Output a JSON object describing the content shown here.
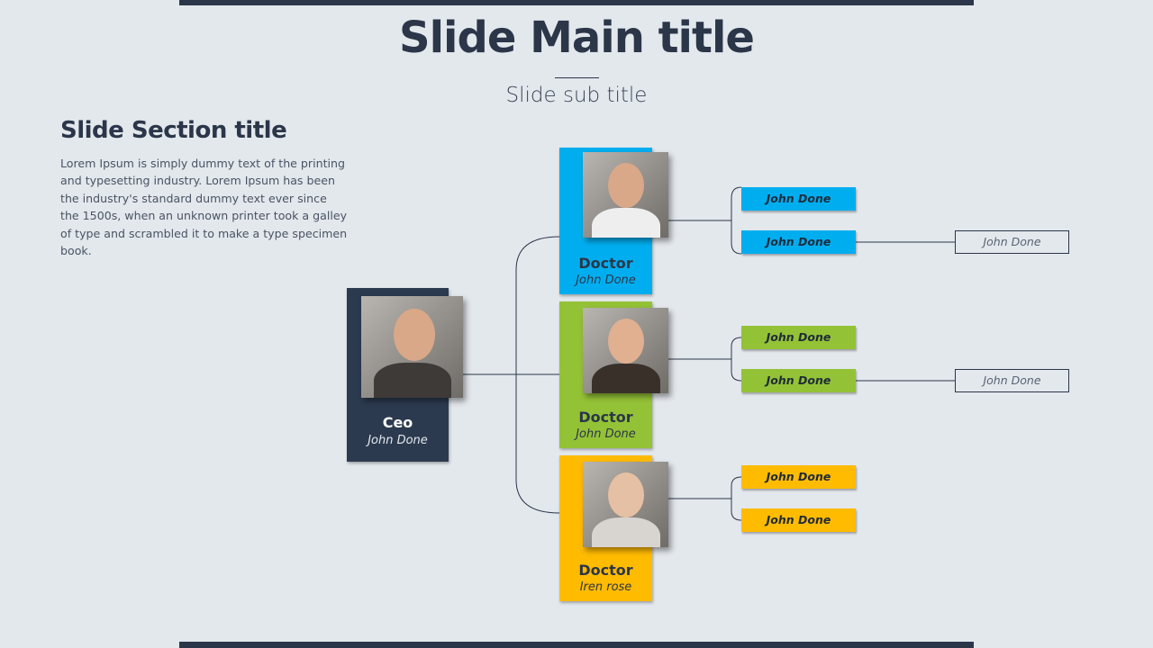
{
  "header": {
    "title": "Slide Main title",
    "subtitle": "Slide sub title"
  },
  "section": {
    "title": "Slide Section title",
    "body": "Lorem Ipsum is simply dummy text of the printing and typesetting industry. Lorem Ipsum has been the industry's standard dummy text ever since the 1500s, when an unknown printer took a galley of type and scrambled it to make a type specimen book."
  },
  "colors": {
    "dark": "#2c3a4f",
    "blue": "#00aeef",
    "green": "#94c236",
    "yellow": "#ffbb00"
  },
  "ceo": {
    "role": "Ceo",
    "name": "John Done"
  },
  "doctors": [
    {
      "role": "Doctor",
      "name": "John Done",
      "reports": [
        "John Done",
        "John Done"
      ],
      "extra": "John Done"
    },
    {
      "role": "Doctor",
      "name": "John Done",
      "reports": [
        "John Done",
        "John Done"
      ],
      "extra": "John Done"
    },
    {
      "role": "Doctor",
      "name": "Iren rose",
      "reports": [
        "John Done",
        "John Done"
      ]
    }
  ]
}
